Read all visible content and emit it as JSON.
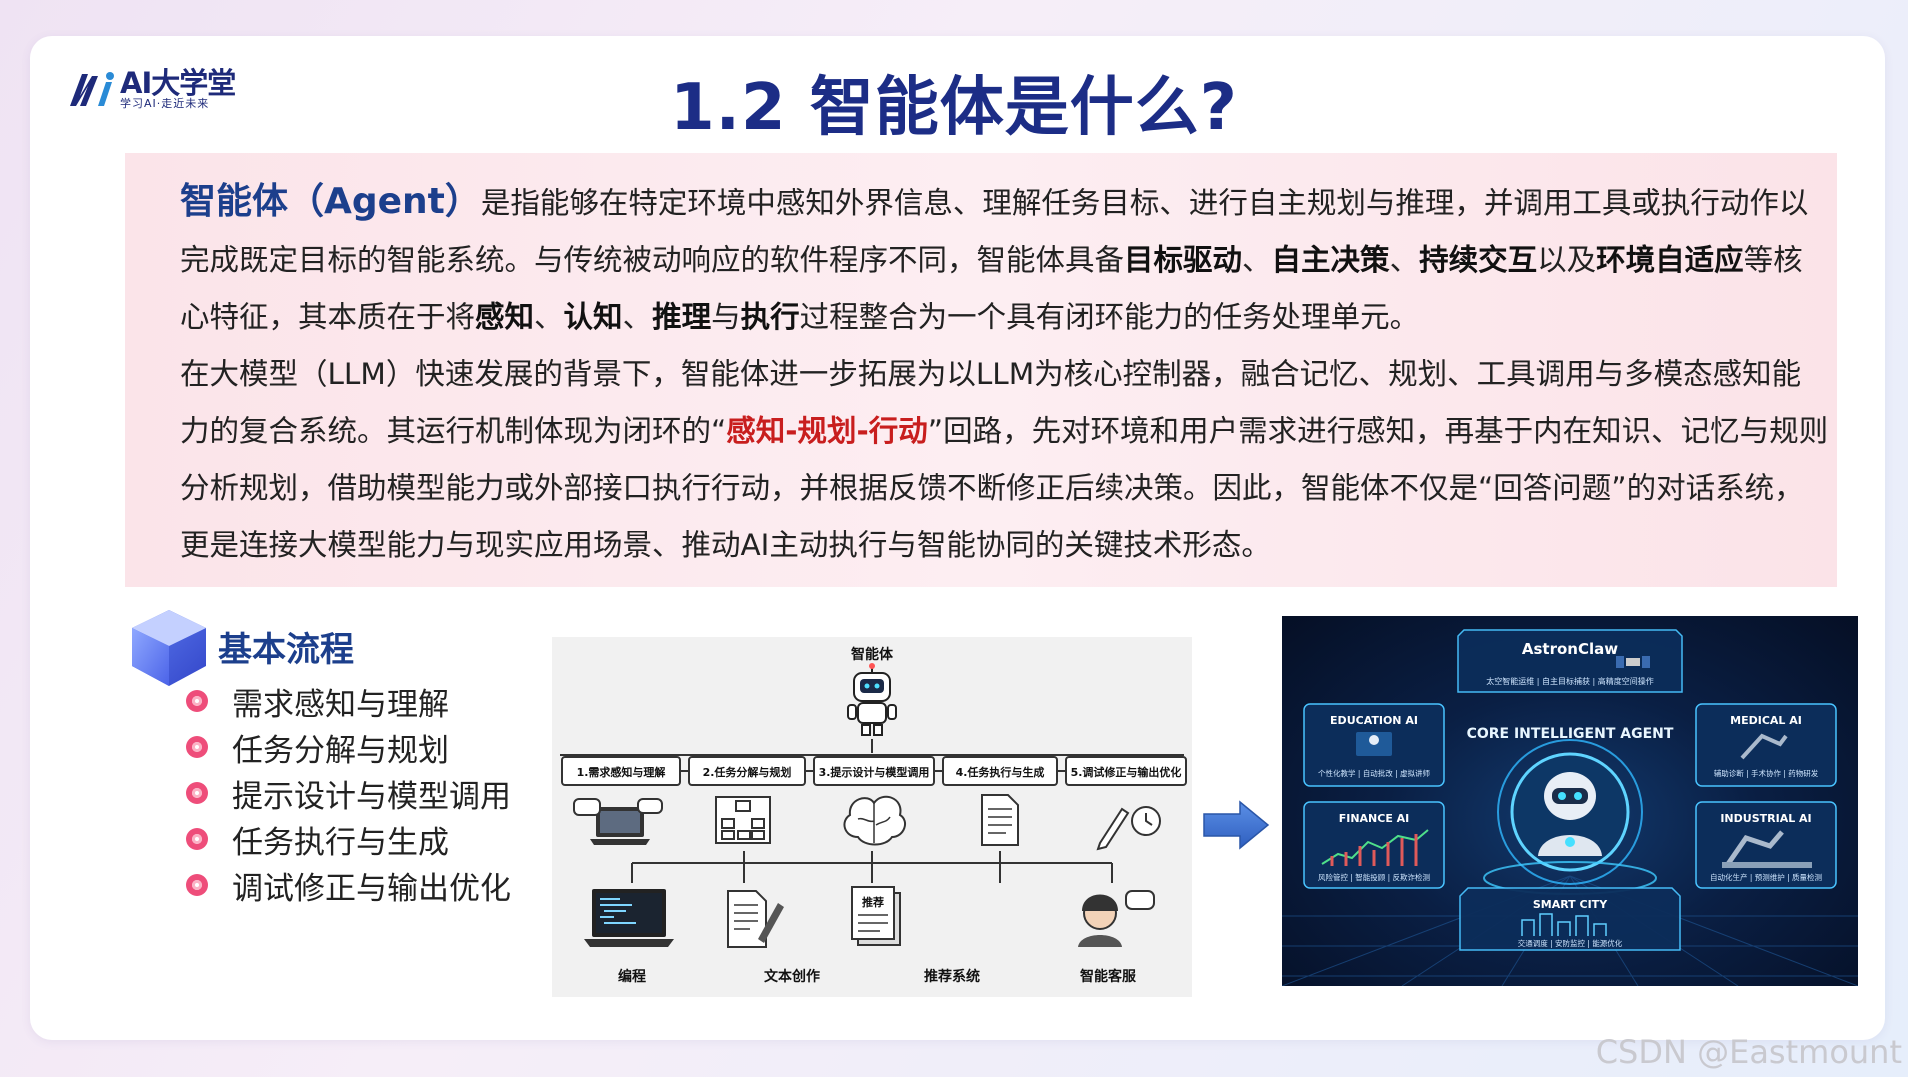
{
  "logo": {
    "name": "AI大学堂",
    "slogan": "学习AI·走近未来"
  },
  "title": "1.2 智能体是什么?",
  "definition": {
    "term": "智能体（Agent）",
    "p1_a": "是指能够在特定环境中感知外界信息、理解任务目标、进行自主规划与推理，并调用工具或执行动作以完成既定目标的智能系统。与传统被动响应的软件程序不同，智能体具备",
    "k_goal": "目标驱动",
    "sep1": "、",
    "k_decide": "自主决策",
    "sep2": "、",
    "k_interact": "持续交互",
    "p1_b": "以及",
    "k_adapt": "环境自适应",
    "p1_c": "等核心特征，其本质在于将",
    "k_perceive": "感知",
    "sep3": "、",
    "k_cognize": "认知",
    "sep4": "、",
    "k_reason": "推理",
    "p1_d": "与",
    "k_execute": "执行",
    "p1_e": "过程整合为一个具有闭环能力的任务处理单元。",
    "p2_a": "在大模型（LLM）快速发展的背景下，智能体进一步拓展为以LLM为核心控制器，融合记忆、规划、工具调用与多模态感知能力的复合系统。其运行机制体现为闭环的“",
    "loop": "感知-规划-行动",
    "p2_b": "”回路，先对环境和用户需求进行感知，再基于内在知识、记忆与规则分析规划，借助模型能力或外部接口执行行动，并根据反馈不断修正后续决策。因此，智能体不仅是“回答问题”的对话系统，更是连接大模型能力与现实应用场景、推动AI主动执行与智能协同的关键技术形态。"
  },
  "flow": {
    "title": "基本流程",
    "steps": [
      "需求感知与理解",
      "任务分解与规划",
      "提示设计与模型调用",
      "任务执行与生成",
      "调试修正与输出优化"
    ]
  },
  "diagram": {
    "agent_label": "智能体",
    "stages": [
      "1.需求感知与理解",
      "2.任务分解与规划",
      "3.提示设计与模型调用",
      "4.任务执行与生成",
      "5.调试修正与输出优化"
    ],
    "apps": [
      "编程",
      "文本创作",
      "推荐系统",
      "智能客服"
    ],
    "doc_tag": "推荐"
  },
  "panel": {
    "top": {
      "title": "AstronClaw",
      "sub": "太空智能运维 | 自主目标捕获 | 高精度空间操作"
    },
    "center": "CORE INTELLIGENT AGENT",
    "edu": {
      "title": "EDUCATION AI",
      "sub": "个性化教学 | 自动批改 | 虚拟讲师"
    },
    "med": {
      "title": "MEDICAL AI",
      "sub": "辅助诊断 | 手术协作 | 药物研发"
    },
    "fin": {
      "title": "FINANCE AI",
      "sub": "风险管控 | 智能投顾 | 反欺诈检测"
    },
    "ind": {
      "title": "INDUSTRIAL AI",
      "sub": "自动化生产 | 预测维护 | 质量检测"
    },
    "city": {
      "title": "SMART CITY",
      "sub": "交通调度 | 安防监控 | 能源优化"
    }
  },
  "watermark": "CSDN @Eastmount",
  "colors": {
    "title": "#1c2d86",
    "term": "#1c3f8c",
    "highlight": "#c81e1e",
    "bullet": "#ee4d7a",
    "box_bg": "#fbe4e9"
  }
}
